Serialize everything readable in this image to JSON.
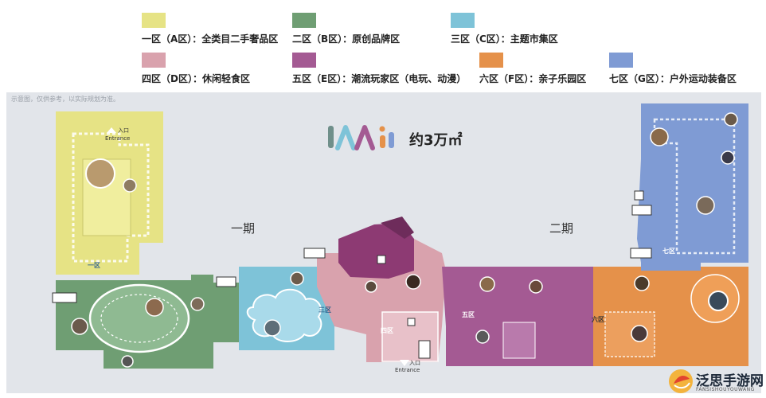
{
  "legend": {
    "items": [
      {
        "label": "一区（A区）：全类目二手奢品区",
        "color": "#e6e385"
      },
      {
        "label": "二区（B区）：原创品牌区",
        "color": "#6f9e73"
      },
      {
        "label": "三区（C区）：主题市集区",
        "color": "#7ec3d8"
      },
      {
        "label": "四区（D区）：休闲轻食区",
        "color": "#d9a2ad"
      },
      {
        "label": "五区（E区）：潮流玩家区（电玩、动漫）",
        "color": "#a45a93"
      },
      {
        "label": "六区（F区）：亲子乐园区",
        "color": "#e5914a"
      },
      {
        "label": "七区（G区）：户外运动装备区",
        "color": "#7f9bd4"
      }
    ]
  },
  "map": {
    "disclaimer": "示意图，仅供参考，以实际规划为准。",
    "area_label": "约3万㎡",
    "phases": {
      "phase1": "一期",
      "phase2": "二期"
    },
    "zone_tags": {
      "zone1": "一区",
      "zone3": "三区",
      "zone4": "四区",
      "zone5": "五区",
      "zone6": "六区",
      "zone7": "七区"
    },
    "entrances": {
      "top": {
        "cn": "入口",
        "en": "Entrance"
      },
      "bottom": {
        "cn": "入口",
        "en": "Entrance"
      }
    },
    "colors": {
      "zone_a": "#e6e385",
      "zone_b": "#6f9e73",
      "zone_c": "#7ec3d8",
      "zone_d": "#d9a2ad",
      "zone_e": "#a45a93",
      "zone_f": "#e5914a",
      "zone_g": "#7f9bd4",
      "ground": "#e2e5ea"
    },
    "icons": [
      "restroom-icon",
      "elevator-icon",
      "escalator-icon",
      "photo-spot-icon",
      "brand-logo-icon"
    ]
  },
  "watermark": {
    "text": "泛思手游网",
    "sub": "FANSISHOUYOUWANG"
  }
}
